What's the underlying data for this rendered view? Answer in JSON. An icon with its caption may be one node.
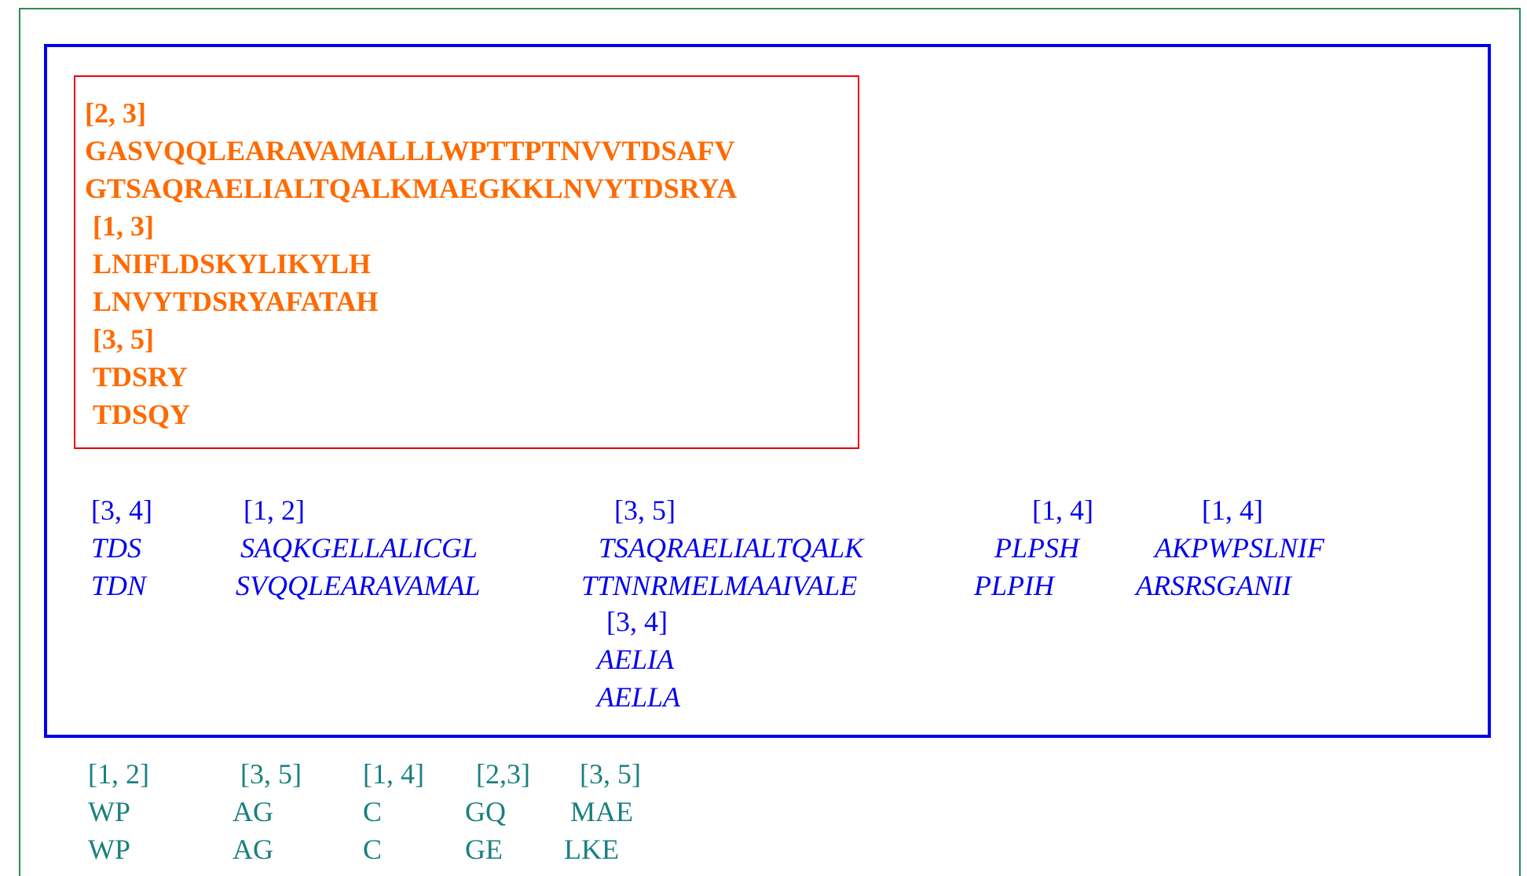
{
  "diagram": {
    "nodes": [
      {
        "text": [
          "[1, 2]",
          "WP",
          "WP",
          "[3, 5]",
          "AG",
          "AG",
          "[1, 4]",
          "C",
          "C",
          "[2,3]",
          "GQ",
          "GE",
          "[3, 5]",
          "MAE",
          "LKE"
        ]
      },
      {
        "text": [
          "[3, 4]",
          "TDS",
          "TDN",
          "[1, 2]",
          "SAQKGELLALICGL",
          "SVQQLEARAVAMAL",
          "[3, 5]",
          "TSAQRAELIALTQALK",
          "TTNNRMELMAAIVALE",
          "[3, 4]",
          "AELIA",
          "AELLA",
          "[1, 4]",
          "PLPSH",
          "PLPIH",
          "[1, 4]",
          "AKPWPSLNIF",
          "ARSRSGANII"
        ],
        "in": 0
      },
      {
        "text": [
          "[2, 3]",
          "GASVQQLEARAVAMALLLWPTTPTNVVTDSAFV",
          "GTSAQRAELIALTQALKMAEGKKLNVYTDSRYA",
          "[1, 3]",
          "LNIFLDSKYLIKYLH",
          "LNVYTDSRYAFATAH",
          "[3, 5]",
          "TDSRY",
          "TDSQY"
        ],
        "in": 1
      }
    ],
    "edges": []
  }
}
